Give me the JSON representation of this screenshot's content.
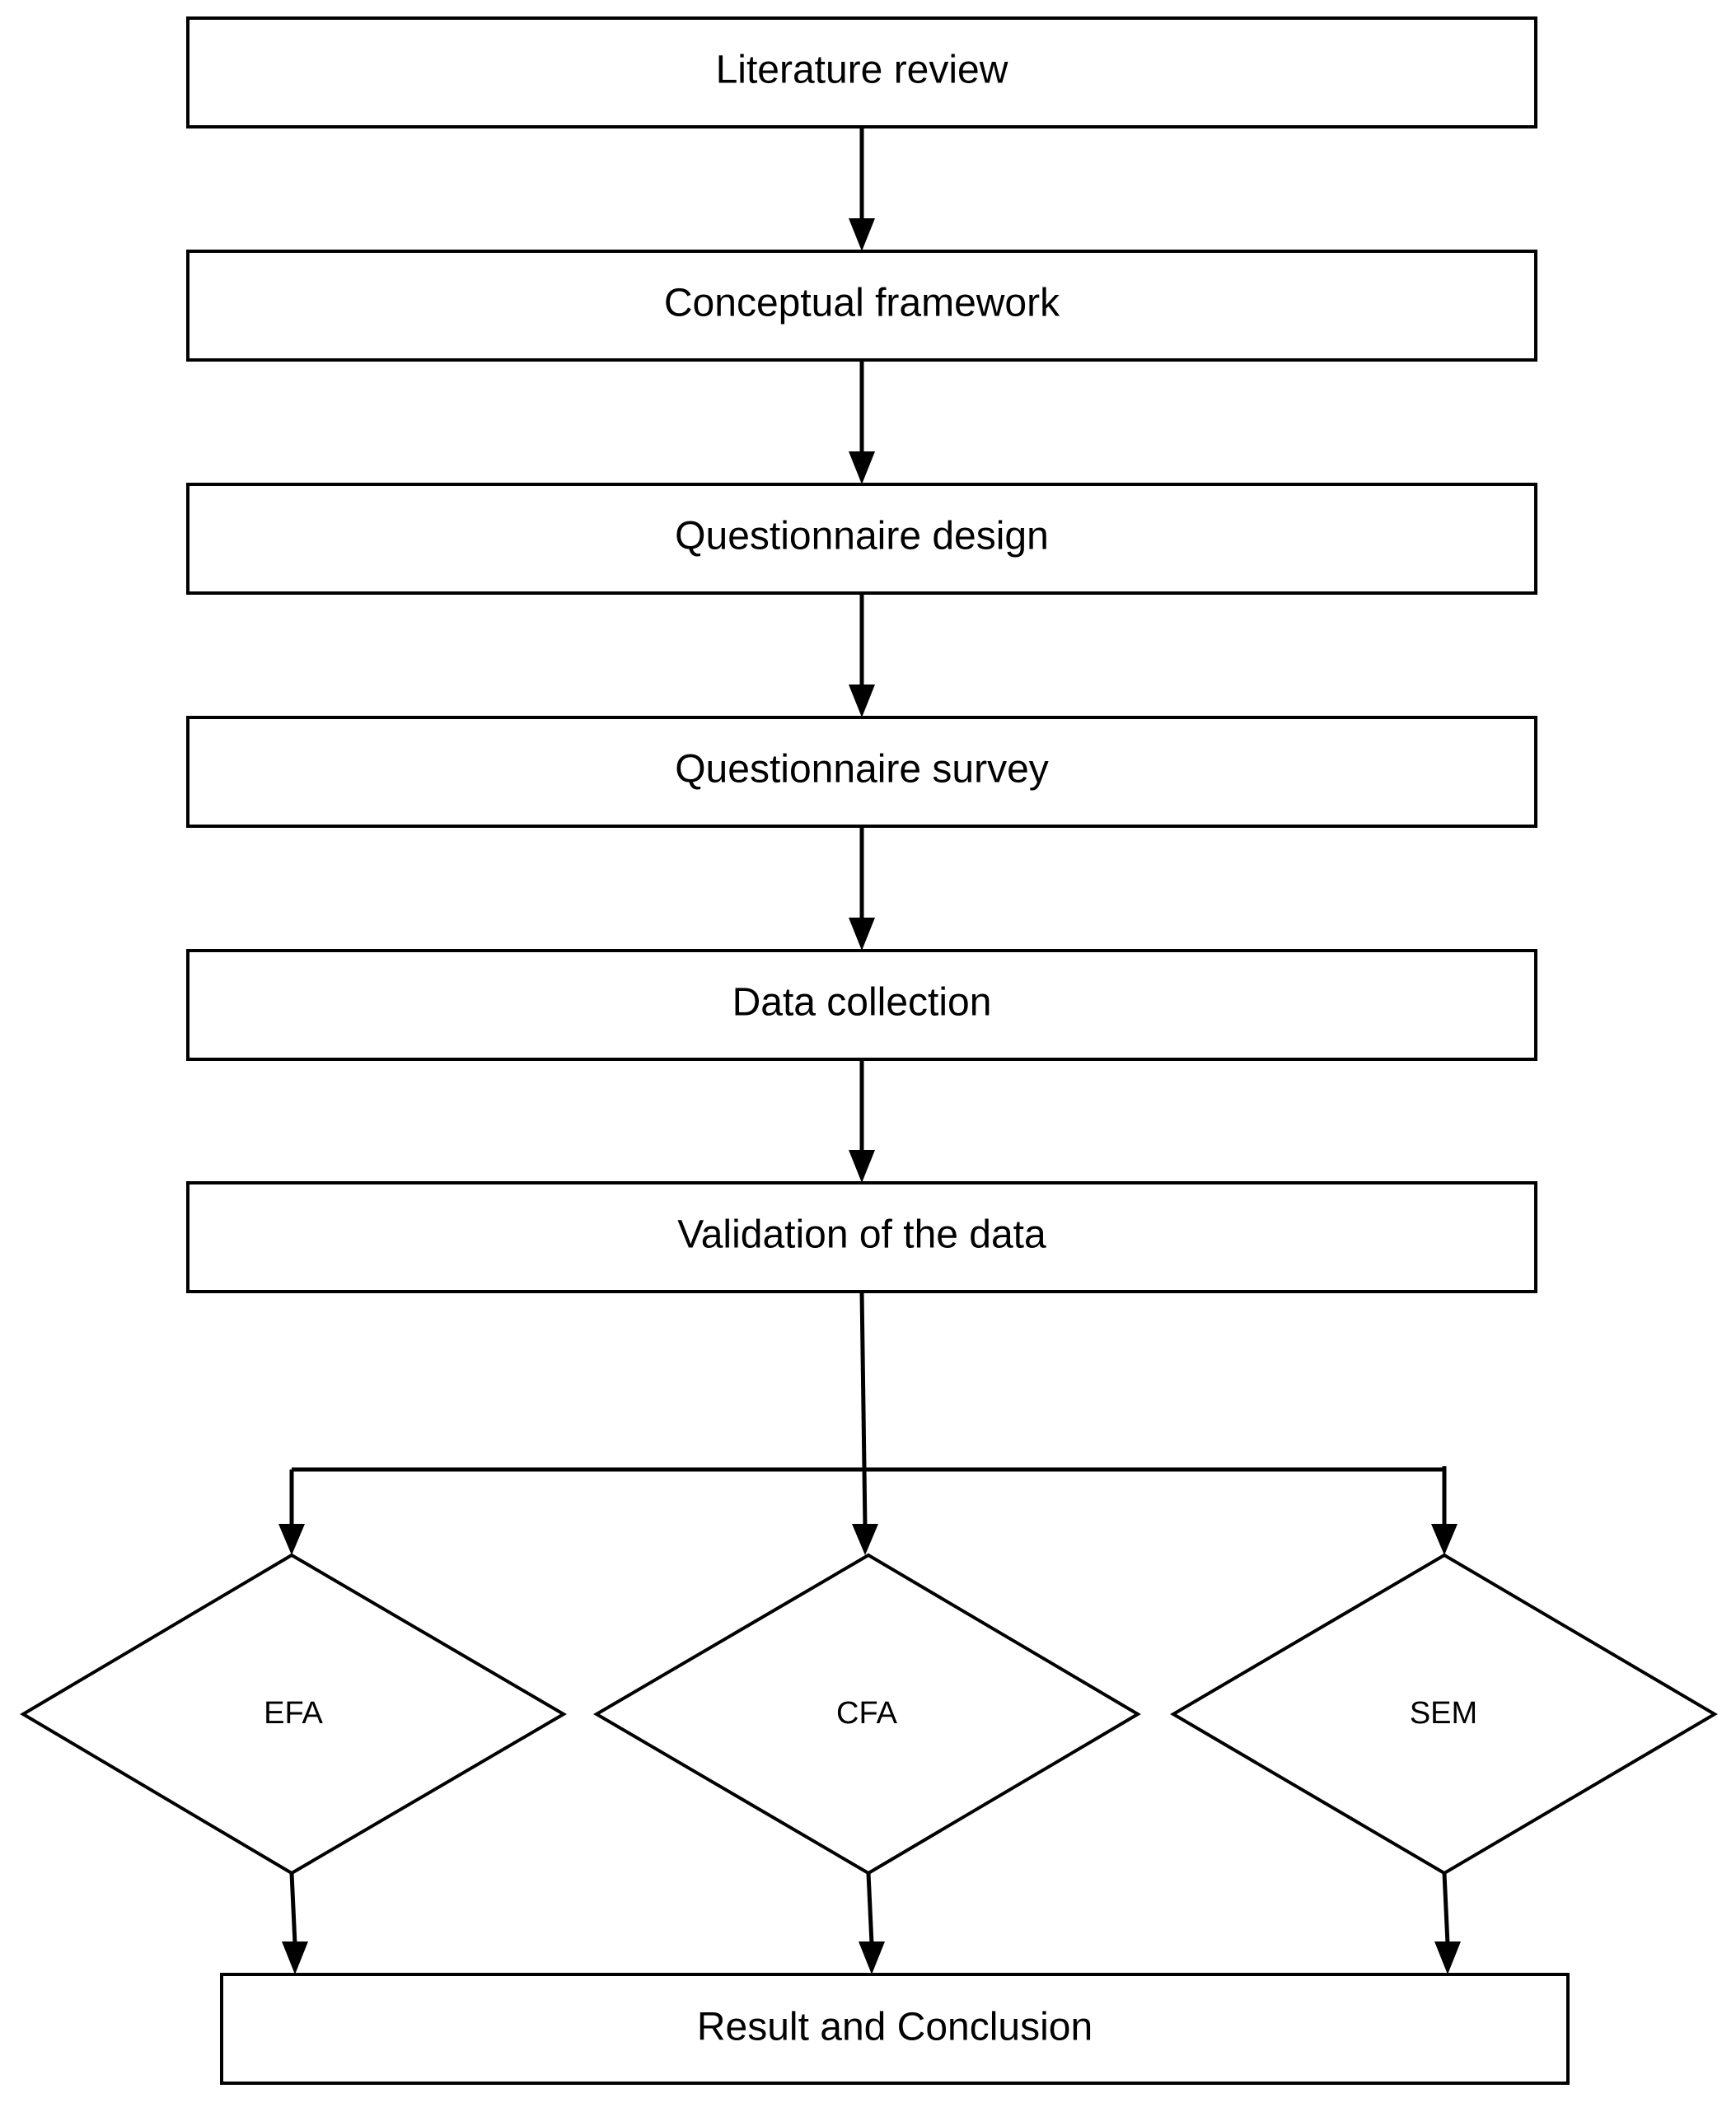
{
  "diagram": {
    "steps": [
      {
        "label": "Literature review"
      },
      {
        "label": "Conceptual framework"
      },
      {
        "label": "Questionnaire design"
      },
      {
        "label": "Questionnaire survey"
      },
      {
        "label": "Data collection"
      },
      {
        "label": "Validation of the data"
      }
    ],
    "analyses": [
      {
        "label": "EFA"
      },
      {
        "label": "CFA"
      },
      {
        "label": "SEM"
      }
    ],
    "final": {
      "label": "Result and Conclusion"
    }
  }
}
